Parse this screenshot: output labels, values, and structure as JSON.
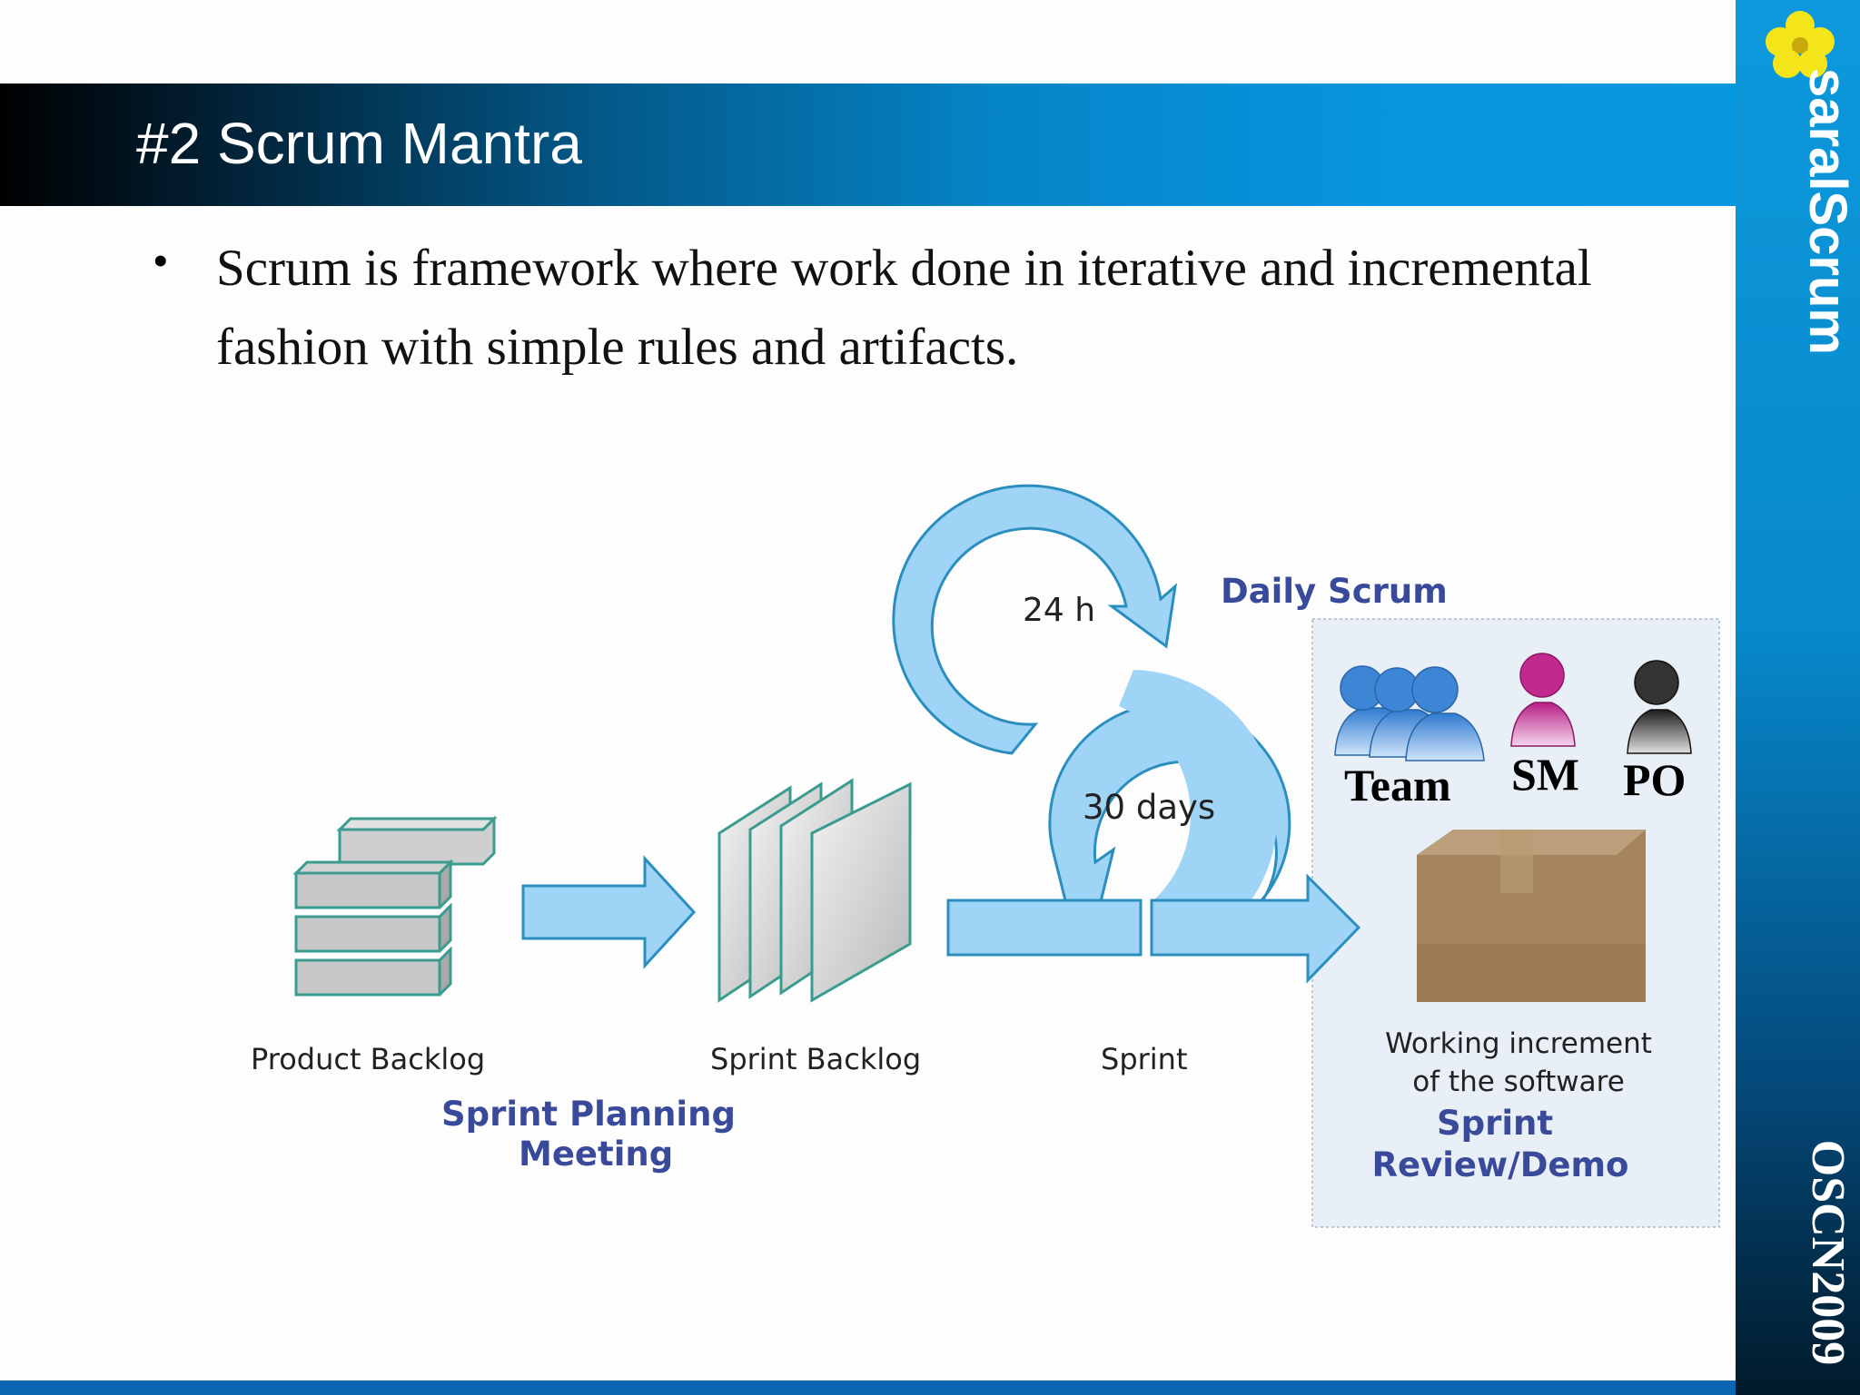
{
  "slide": {
    "title": "#2 Scrum Mantra",
    "bullet": "Scrum is framework where work done in iterative and incremental fashion with simple rules and artifacts."
  },
  "sidebar": {
    "brand": "saralScrum",
    "event": "OSCN2009"
  },
  "diagram": {
    "product_backlog": "Product Backlog",
    "sprint_backlog": "Sprint Backlog",
    "sprint": "Sprint",
    "planning_line1": "Sprint Planning",
    "planning_line2": "Meeting",
    "daily_cycle": "24 h",
    "daily_scrum": "Daily Scrum",
    "sprint_cycle": "30 days",
    "roles": [
      "Team",
      "SM",
      "PO"
    ],
    "increment_line1": "Working increment",
    "increment_line2": "of the software",
    "review_line1": "Sprint",
    "review_line2": "Review/Demo"
  },
  "colors": {
    "arrow_fill": "#9fd4f7",
    "arrow_stroke": "#2a8fbf",
    "label_blue": "#3a4a9a",
    "team": "#3d86d6",
    "sm": "#c0298f",
    "po": "#333333",
    "box": "#a5855d",
    "panel": "#e8eff7"
  }
}
